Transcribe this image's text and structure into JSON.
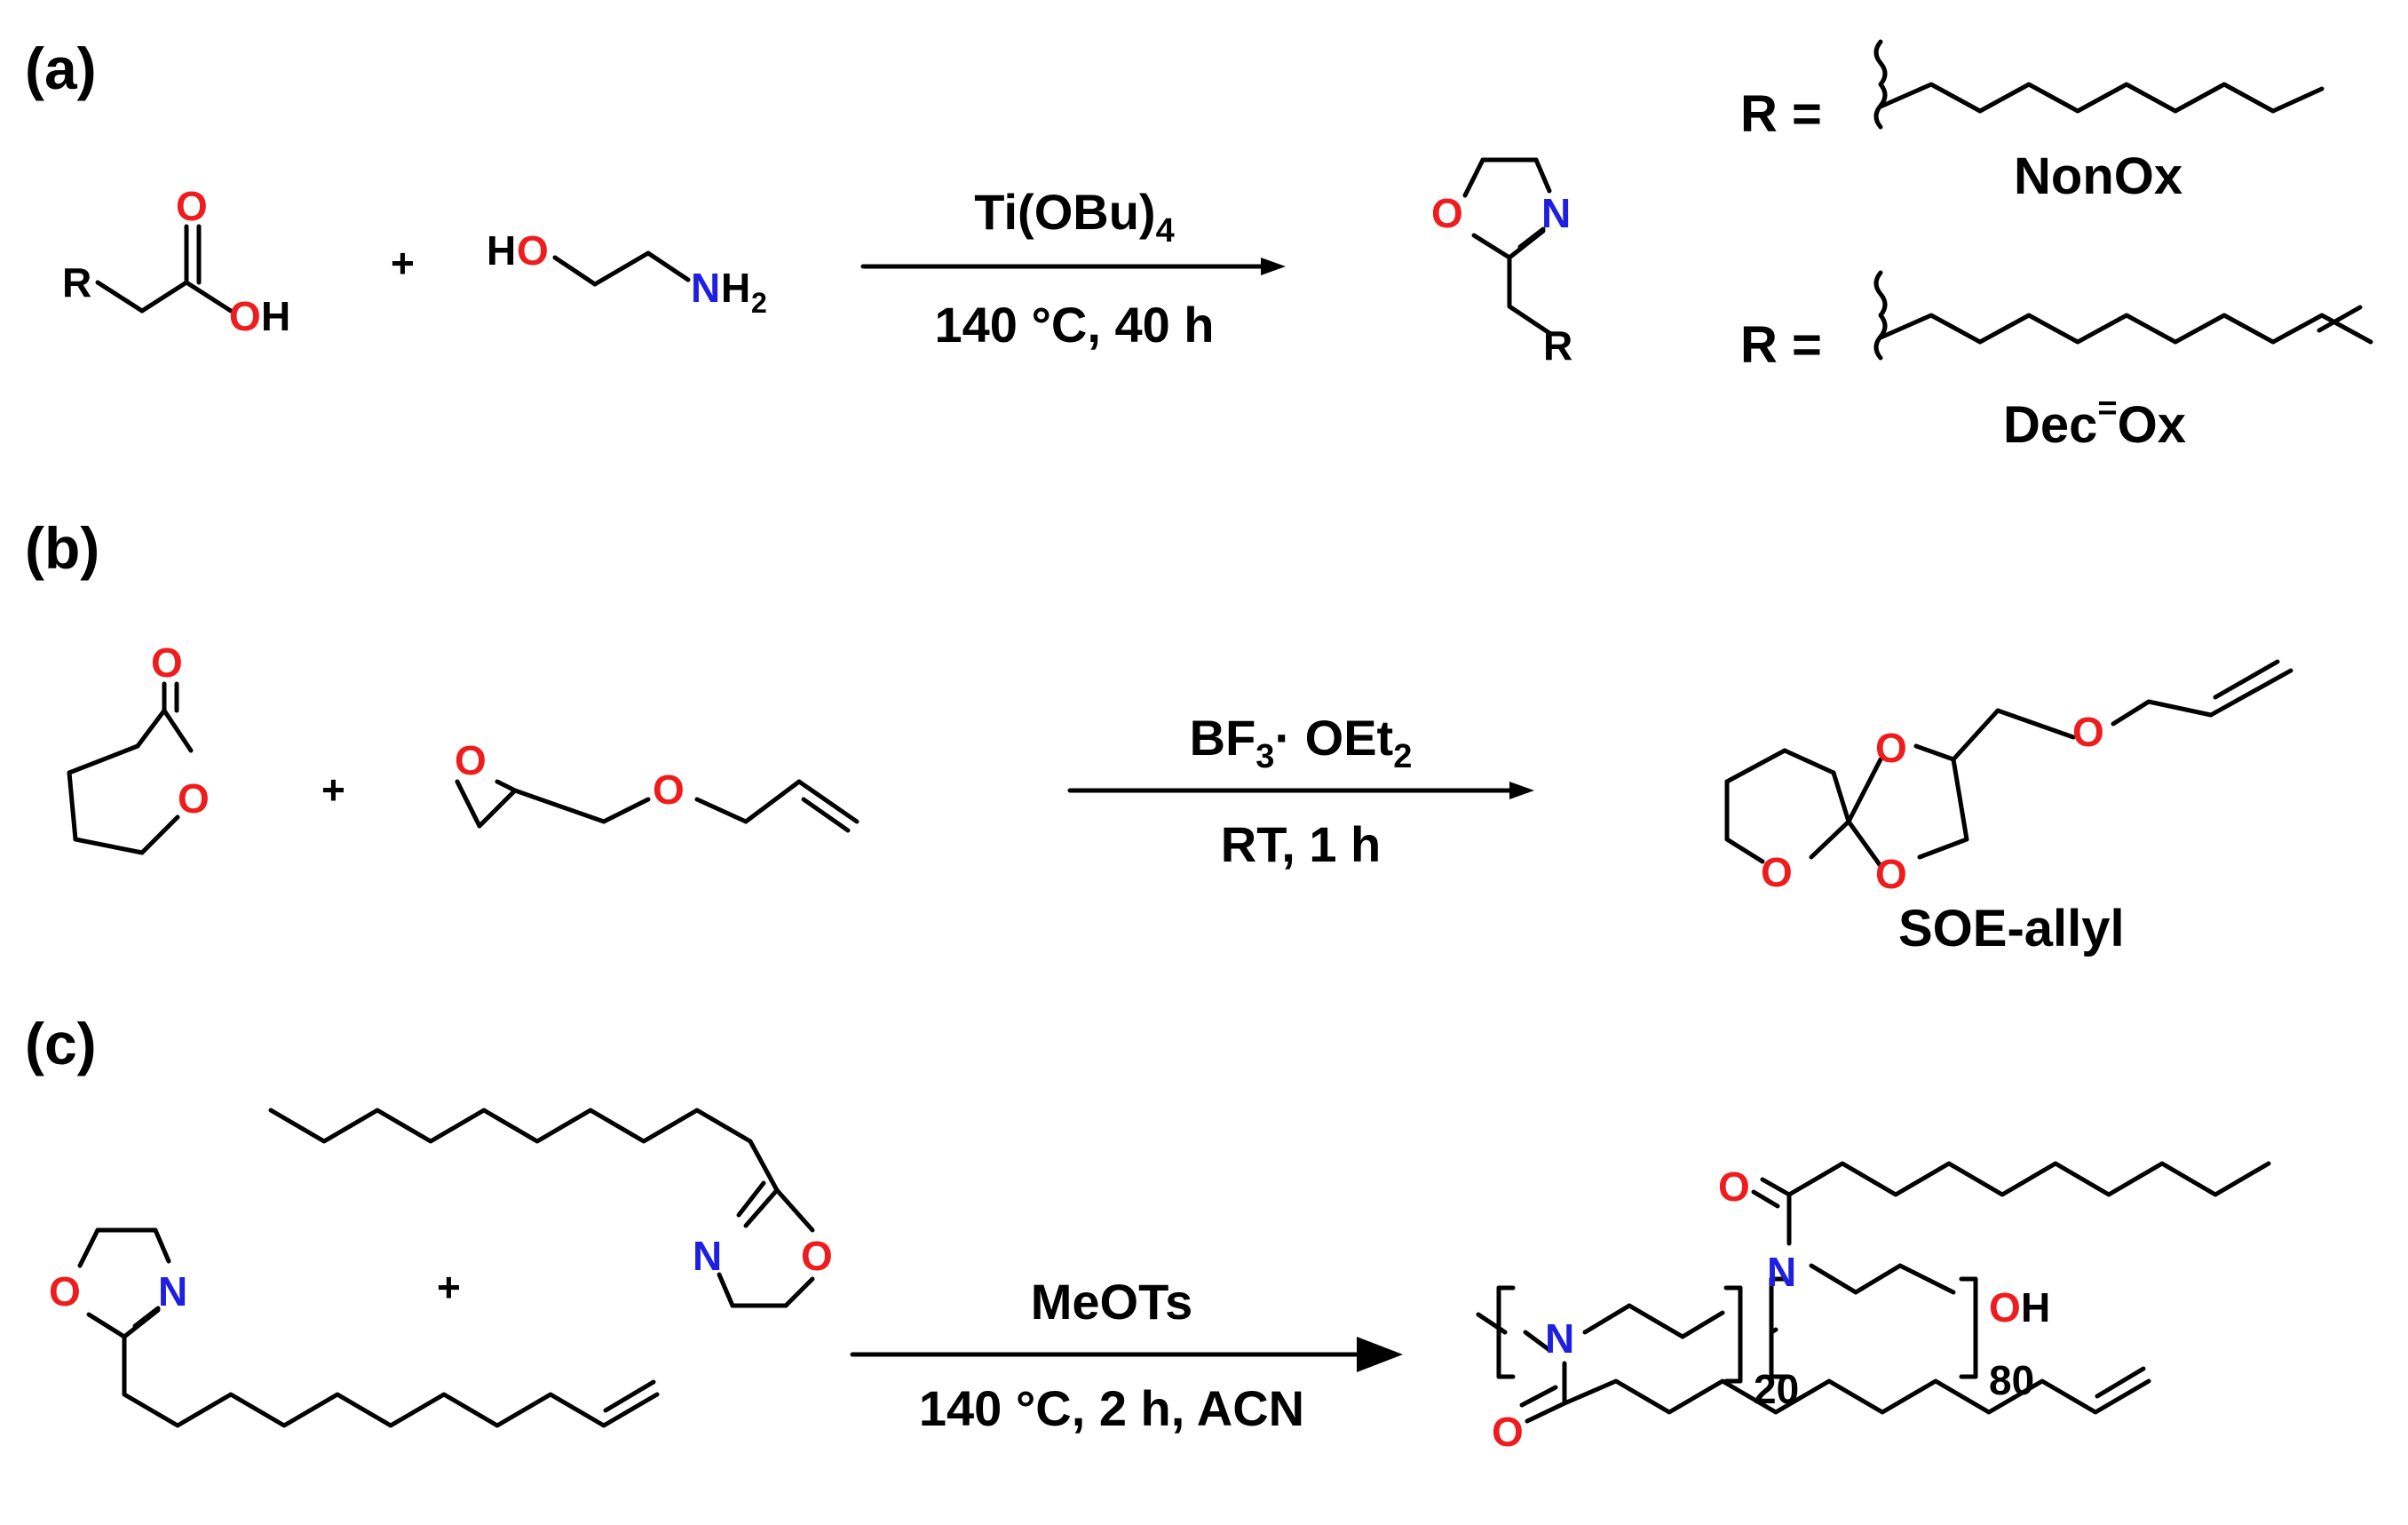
{
  "panels": {
    "a": {
      "label": "(a)",
      "reagent_above": "Ti(OBu)4",
      "condition_below": "140 °C, 40 h",
      "r_def_1": "R =",
      "r_def_2": "R =",
      "name_1": "NonOx",
      "name_2": "Dec=Ox",
      "plus": "+"
    },
    "b": {
      "label": "(b)",
      "reagent_above": "BF3· OEt2",
      "condition_below": "RT, 1 h",
      "product_name": "SOE-allyl",
      "plus": "+"
    },
    "c": {
      "label": "(c)",
      "reagent_above": "MeOTs",
      "condition_below": "140 °C, 2 h, ACN",
      "sub_20": "20",
      "sub_80": "80",
      "plus": "+"
    }
  },
  "colors": {
    "oxygen": "#ee1c1c",
    "nitrogen": "#1f1fe0",
    "carbon": "#000000"
  }
}
